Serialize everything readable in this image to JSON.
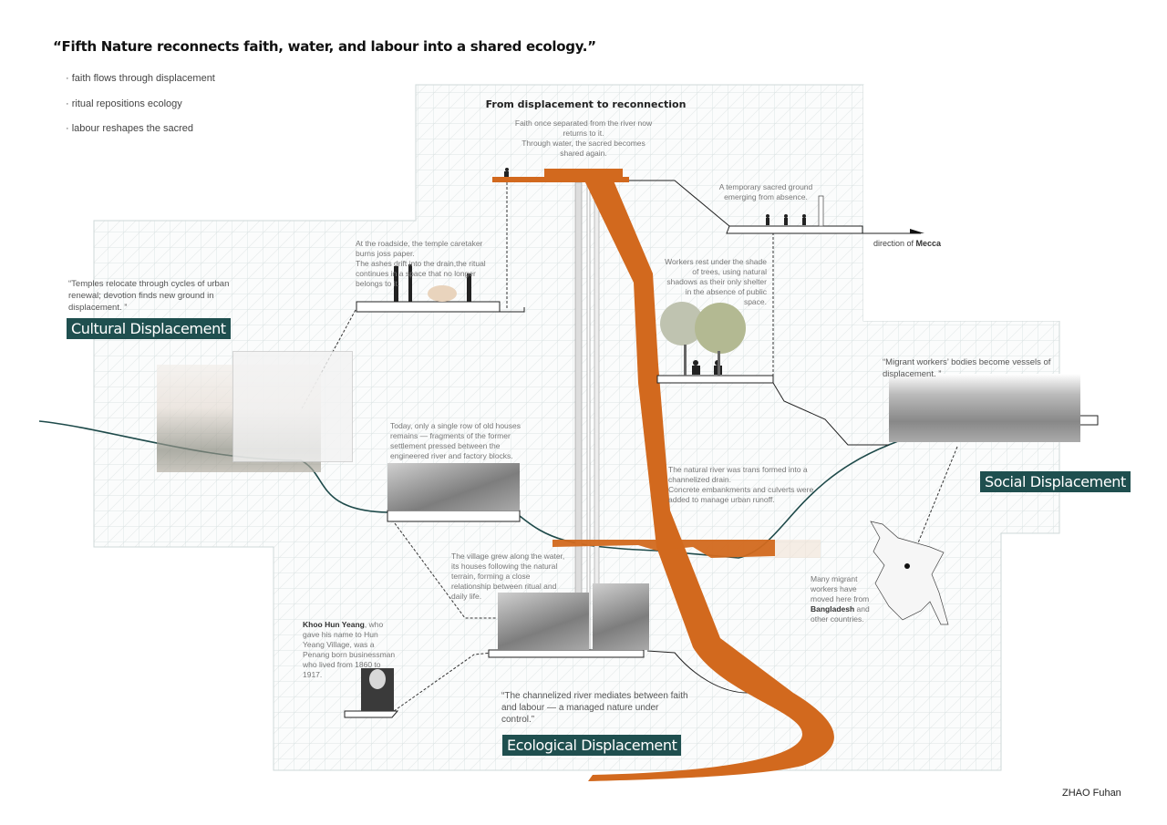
{
  "title": "“Fifth Nature reconnects faith, water, and labour into a shared ecology.”",
  "bullets": [
    "· faith flows through displacement",
    "· ritual repositions ecology",
    "· labour reshapes the sacred"
  ],
  "center": {
    "heading": "From displacement to reconnection",
    "text1": "Faith once separated from the river now returns to it.",
    "text2": "Through water, the sacred becomes shared again."
  },
  "mecca": {
    "note": "A temporary sacred ground emerging from absence.",
    "direction_prefix": "direction of ",
    "direction_bold": "Mecca"
  },
  "roadside": {
    "line1": "At the roadside, the temple caretaker burns joss paper.",
    "line2": "The ashes drift into the drain,the ritual continues in a space that no longer belongs to it."
  },
  "cultural": {
    "quote": "“Temples relocate through cycles of urban renewal; devotion finds new ground in displacement. ”",
    "label": "Cultural Displacement"
  },
  "workers_rest": "Workers rest under the shade of trees, using natural shadows as their only shelter in the absence of public space.",
  "social": {
    "quote": "“Migrant workers’ bodies become vessels of displacement. ”",
    "label": "Social Displacement"
  },
  "houses": "Today, only a single row of old houses remains — fragments of the former settlement pressed between the engineered river and factory blocks.",
  "river": {
    "line1": "The natural river was trans formed into a channelized drain.",
    "line2": "Concrete embankments and culverts were added to manage urban runoff."
  },
  "village": "The village grew along the water, its houses following the natural terrain, forming a close relationship between ritual and daily life.",
  "bangladesh": {
    "pre": "Many migrant workers have moved here from ",
    "bold": "Bangladesh",
    "post": " and other countries."
  },
  "khoo": {
    "bold": "Khoo Hun Yeang",
    "rest": ", who gave his name to Hun Yeang Village, was a Penang born businessman who lived from 1860 to 1917."
  },
  "ecological": {
    "quote": "“The channelized river mediates between faith and labour — a managed nature under control.”",
    "label": "Ecological Displacement"
  },
  "author": "ZHAO Fuhan",
  "colors": {
    "river": "#d2691e",
    "label_bg": "#1f4f4f",
    "terrain": "#1e4a4a"
  }
}
